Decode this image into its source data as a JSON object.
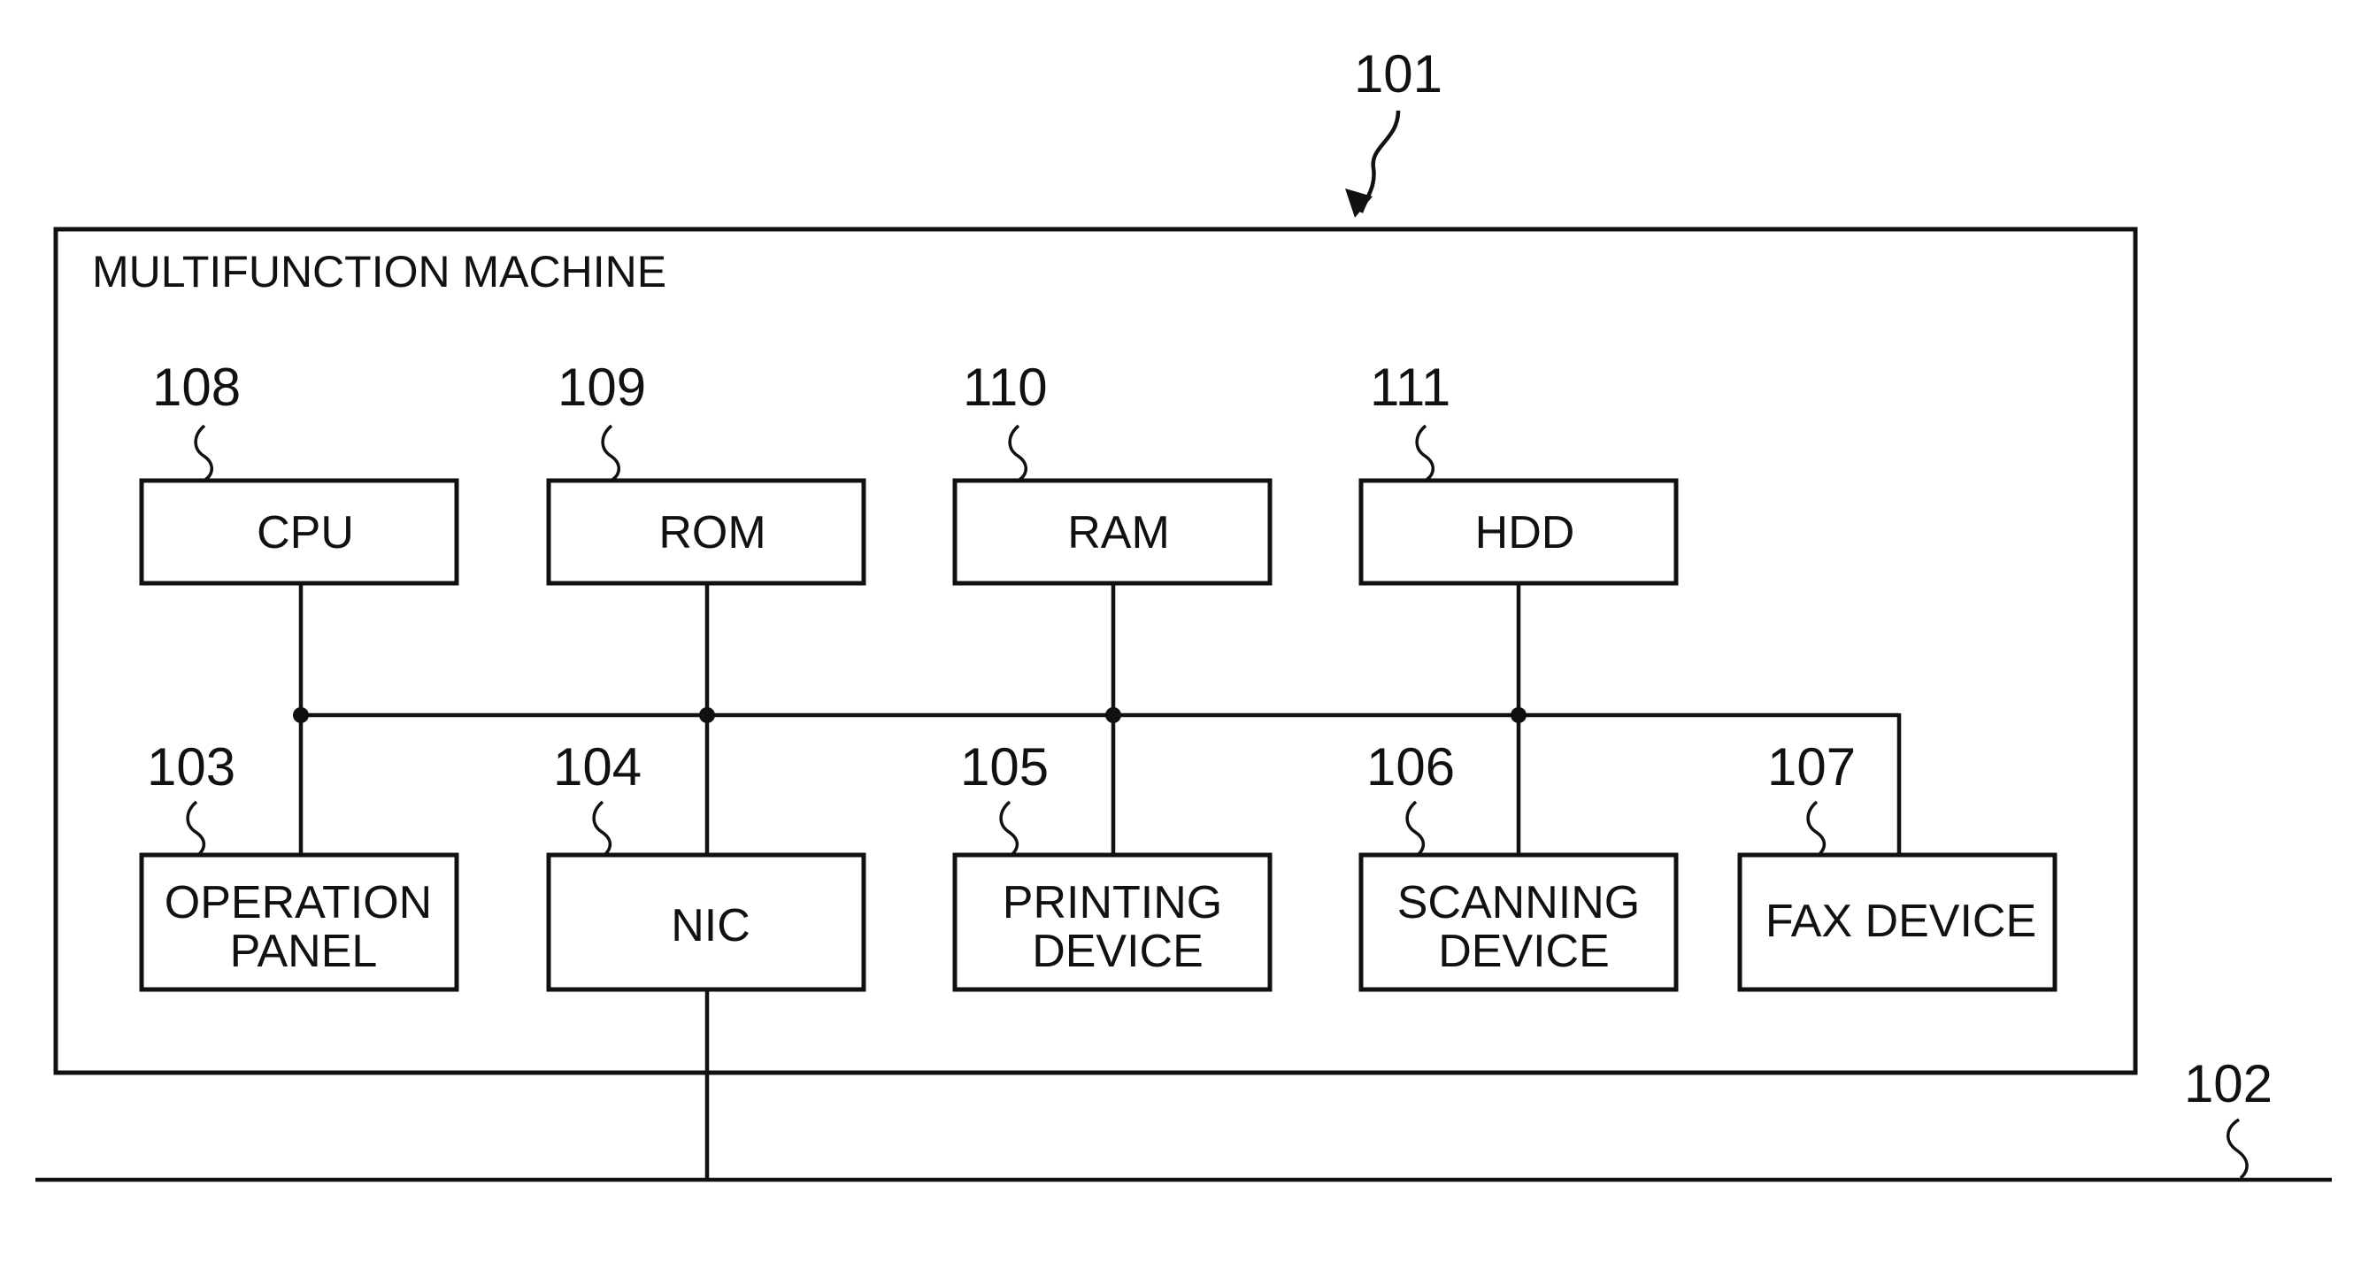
{
  "diagram": {
    "machine": {
      "ref": "101",
      "title": "MULTIFUNCTION MACHINE"
    },
    "network": {
      "ref": "102"
    },
    "top_blocks": [
      {
        "ref": "108",
        "label": "CPU"
      },
      {
        "ref": "109",
        "label": "ROM"
      },
      {
        "ref": "110",
        "label": "RAM"
      },
      {
        "ref": "111",
        "label": "HDD"
      }
    ],
    "bottom_blocks": [
      {
        "ref": "103",
        "label_lines": [
          "OPERATION",
          "PANEL"
        ]
      },
      {
        "ref": "104",
        "label_lines": [
          "NIC"
        ]
      },
      {
        "ref": "105",
        "label_lines": [
          "PRINTING",
          "DEVICE"
        ]
      },
      {
        "ref": "106",
        "label_lines": [
          "SCANNING",
          "DEVICE"
        ]
      },
      {
        "ref": "107",
        "label_lines": [
          "FAX DEVICE"
        ]
      }
    ]
  }
}
